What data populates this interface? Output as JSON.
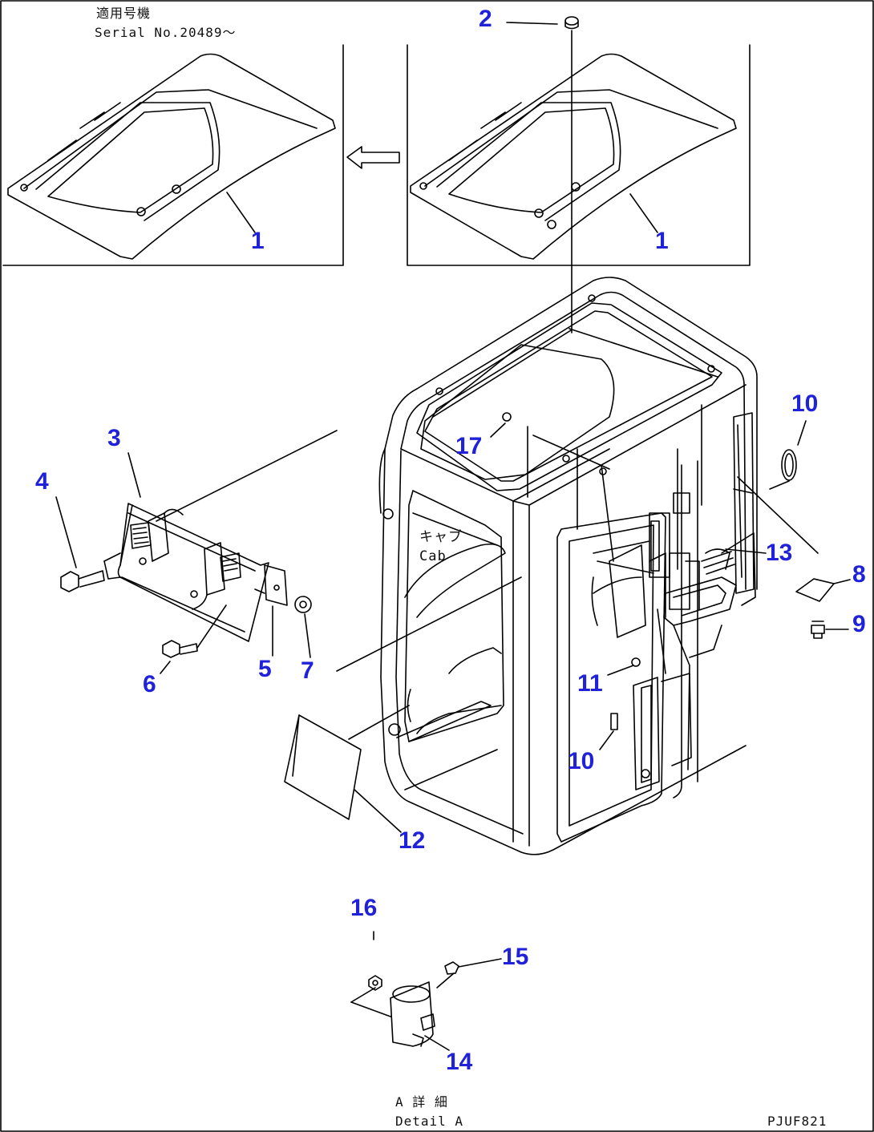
{
  "callouts": {
    "c1a": "1",
    "c1b": "1",
    "c2": "2",
    "c3": "3",
    "c4": "4",
    "c5": "5",
    "c6": "6",
    "c7": "7",
    "c8": "8",
    "c9": "9",
    "c10a": "10",
    "c10b": "10",
    "c11": "11",
    "c12": "12",
    "c13": "13",
    "c14": "14",
    "c15": "15",
    "c16": "16",
    "c17": "17"
  },
  "notes": {
    "applicable_jp": "適用号機",
    "serial_no": "Serial No.20489～",
    "cab_jp": "キャブ",
    "cab_en": "Cab",
    "detail_jp": "A 詳 細",
    "detail_en": "Detail A",
    "drawing_code": "PJUF821"
  },
  "colors": {
    "callout": "#1f22d8",
    "line": "#000000"
  }
}
